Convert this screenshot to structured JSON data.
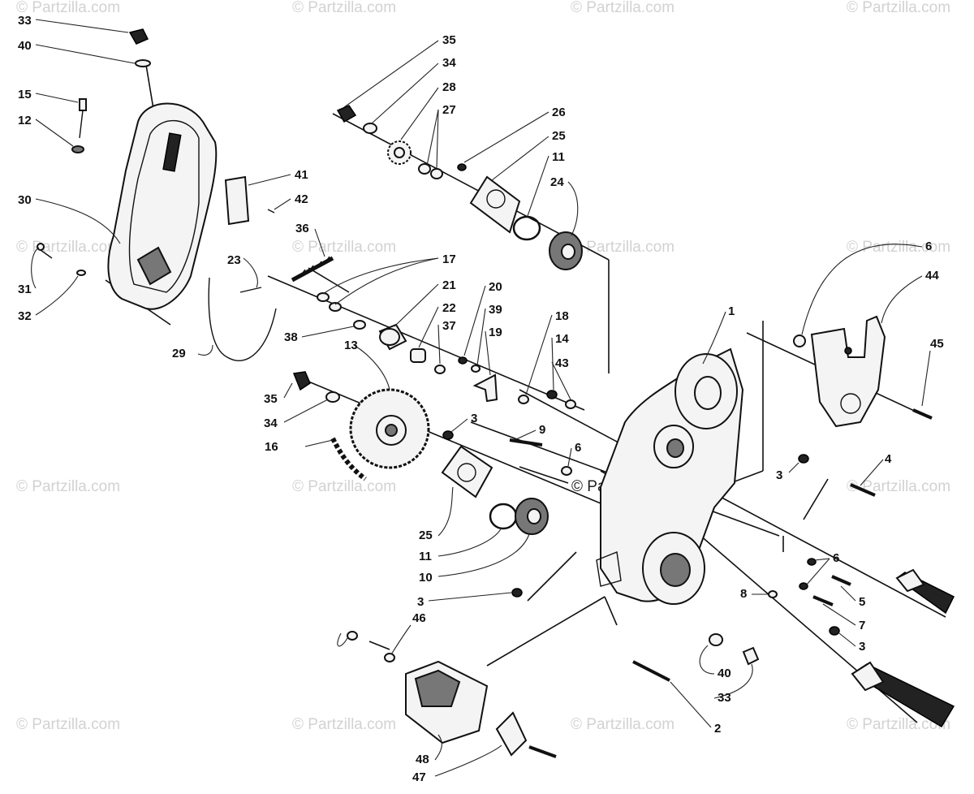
{
  "watermark": {
    "text": "© Partzilla.com",
    "center_text": "© Partzilla.com"
  },
  "callouts": [
    "33",
    "40",
    "15",
    "12",
    "30",
    "31",
    "32",
    "41",
    "42",
    "23",
    "29",
    "36",
    "17",
    "38",
    "21",
    "22",
    "37",
    "35",
    "34",
    "28",
    "27",
    "26",
    "25",
    "11",
    "24",
    "20",
    "39",
    "19",
    "18",
    "14",
    "43",
    "13",
    "16",
    "3",
    "9",
    "6",
    "25",
    "11",
    "10",
    "1",
    "6",
    "44",
    "45",
    "3",
    "4",
    "6",
    "5",
    "8",
    "7",
    "3",
    "40",
    "33",
    "2",
    "3",
    "46",
    "48",
    "47",
    "35",
    "34"
  ]
}
